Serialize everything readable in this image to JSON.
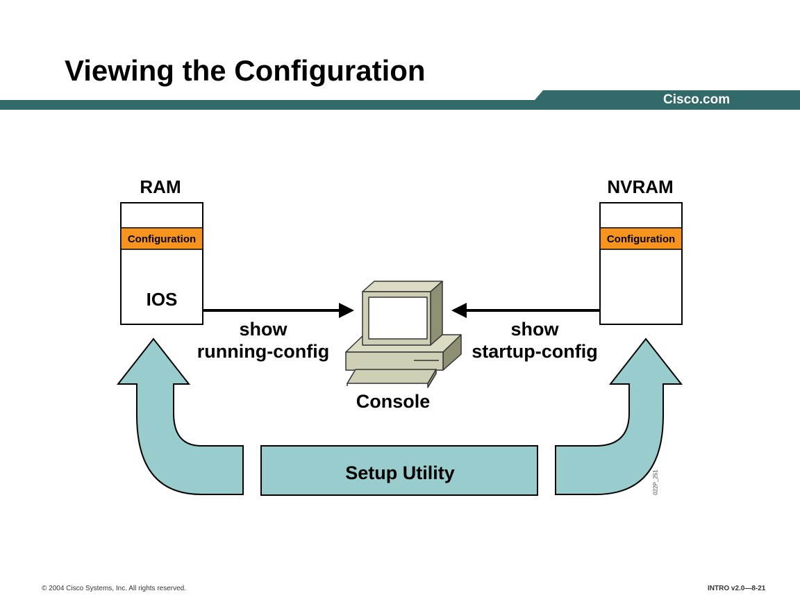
{
  "title": "Viewing the Configuration",
  "brand": "Cisco.com",
  "colors": {
    "teal_band": "#326a6a",
    "config_orange": "#f7941d",
    "arrow_fill": "#99cccc",
    "console_beige": "#cfcfb5",
    "console_shadow": "#8f8f73"
  },
  "diagram": {
    "ram": {
      "label": "RAM",
      "config_label": "Configuration",
      "ios_label": "IOS"
    },
    "nvram": {
      "label": "NVRAM",
      "config_label": "Configuration"
    },
    "console": {
      "label": "Console",
      "icon": "computer-icon"
    },
    "command_left": {
      "line1": "show",
      "line2": "running-config"
    },
    "command_right": {
      "line1": "show",
      "line2": "startup-config"
    },
    "setup": {
      "label": "Setup Utility"
    },
    "figure_id": "022P_251"
  },
  "footer": {
    "copyright": "© 2004 Cisco Systems, Inc. All rights reserved.",
    "course": "INTRO v2.0—8-21"
  }
}
